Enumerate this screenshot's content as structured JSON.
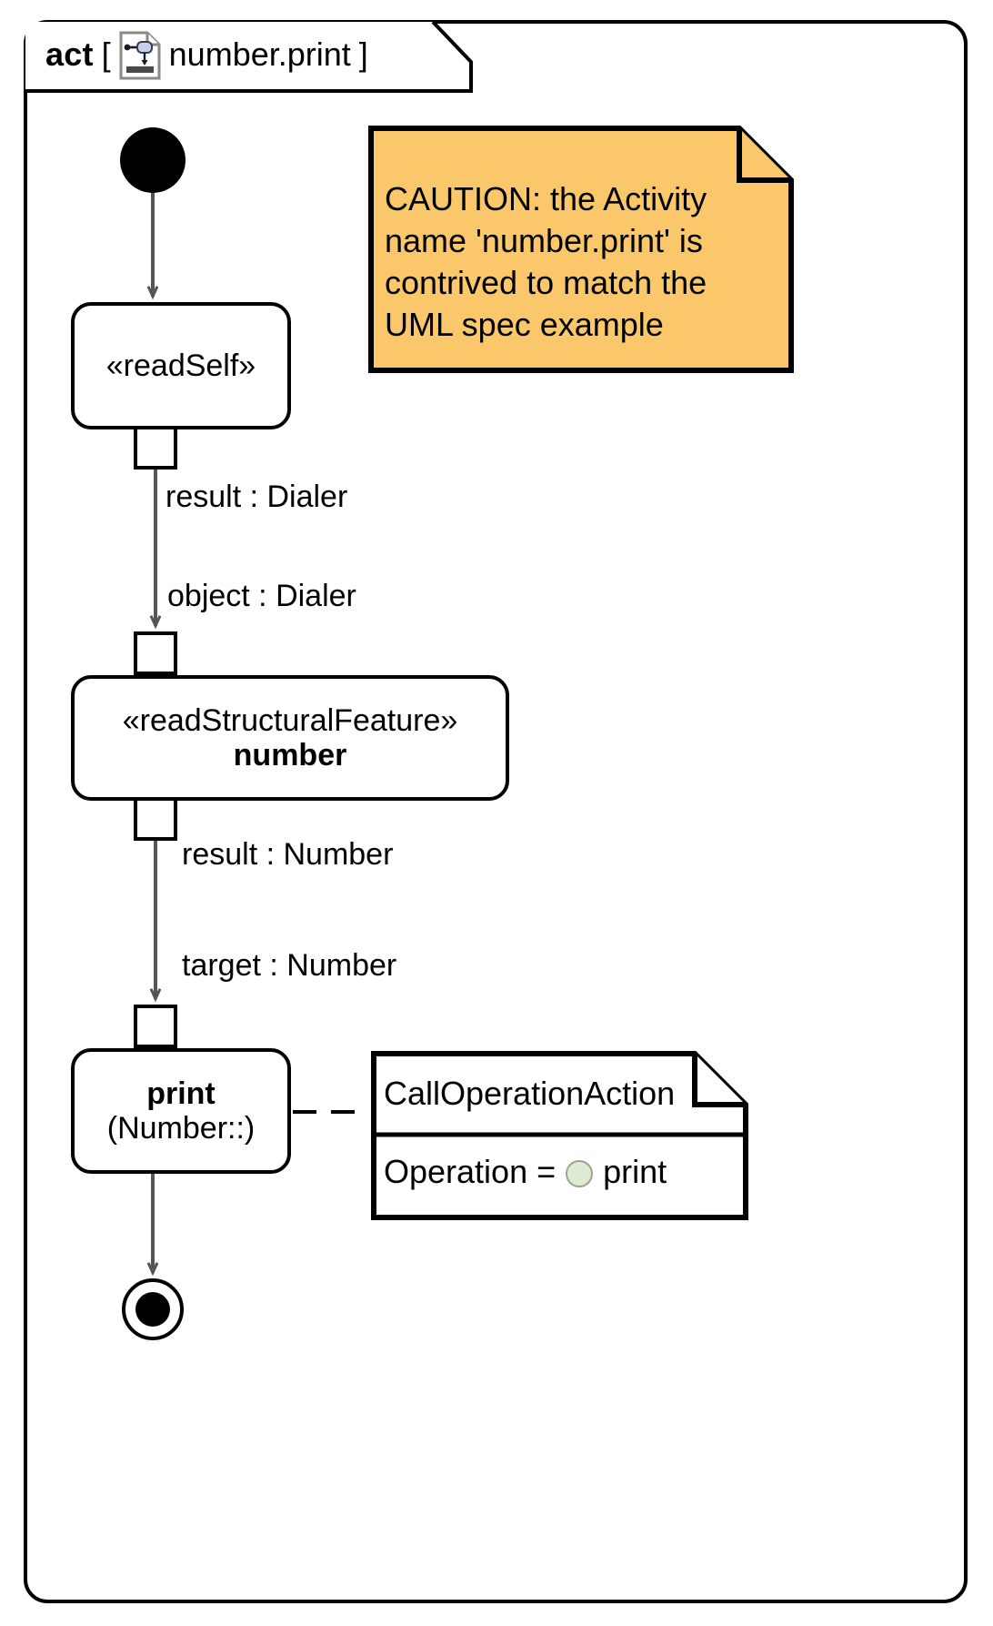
{
  "diagram": {
    "kind": "uml-activity-diagram",
    "frame": {
      "keyword": "act",
      "bracket_open": "[",
      "bracket_close": "]",
      "name": "number.print",
      "icon": "activity-document-icon"
    },
    "nodes": [
      {
        "id": "initial",
        "type": "initial-node",
        "label": ""
      },
      {
        "id": "readself",
        "type": "action",
        "stereotype": "«readSelf»",
        "name": ""
      },
      {
        "id": "readstructuralfeature",
        "type": "action",
        "stereotype": "«readStructuralFeature»",
        "name": "number"
      },
      {
        "id": "print",
        "type": "action",
        "stereotype": "",
        "name": "print",
        "subname": "(Number::)"
      },
      {
        "id": "final",
        "type": "activity-final-node",
        "label": ""
      }
    ],
    "pins": [
      {
        "id": "readself-out",
        "label": "result : Dialer",
        "kind": "output-pin"
      },
      {
        "id": "readsf-in",
        "label": "object : Dialer",
        "kind": "input-pin"
      },
      {
        "id": "readsf-out",
        "label": "result : Number",
        "kind": "output-pin"
      },
      {
        "id": "print-in",
        "label": "target : Number",
        "kind": "input-pin"
      }
    ],
    "edge_labels": {
      "result_dialer": "result : Dialer",
      "object_dialer": "object : Dialer",
      "result_number": "result : Number",
      "target_number": "target : Number"
    },
    "notes": {
      "caution": {
        "text": "CAUTION: the Activity name 'number.print' is contrived to match the UML spec example",
        "fill_color": "#FBC76B",
        "border_color": "#000000"
      },
      "call_operation_action": {
        "title": "CallOperationAction",
        "property_label": "Operation =",
        "property_value": "print",
        "value_icon": "operation-circle-icon",
        "value_icon_color": "#DFEAD2",
        "fill_color": "#FFFFFF",
        "border_color": "#000000"
      }
    },
    "colors": {
      "stroke": "#000000",
      "edge_stroke": "#555555",
      "note_orange": "#FBC76B",
      "operation_green": "#DFEAD2",
      "background": "#FFFFFF"
    }
  }
}
